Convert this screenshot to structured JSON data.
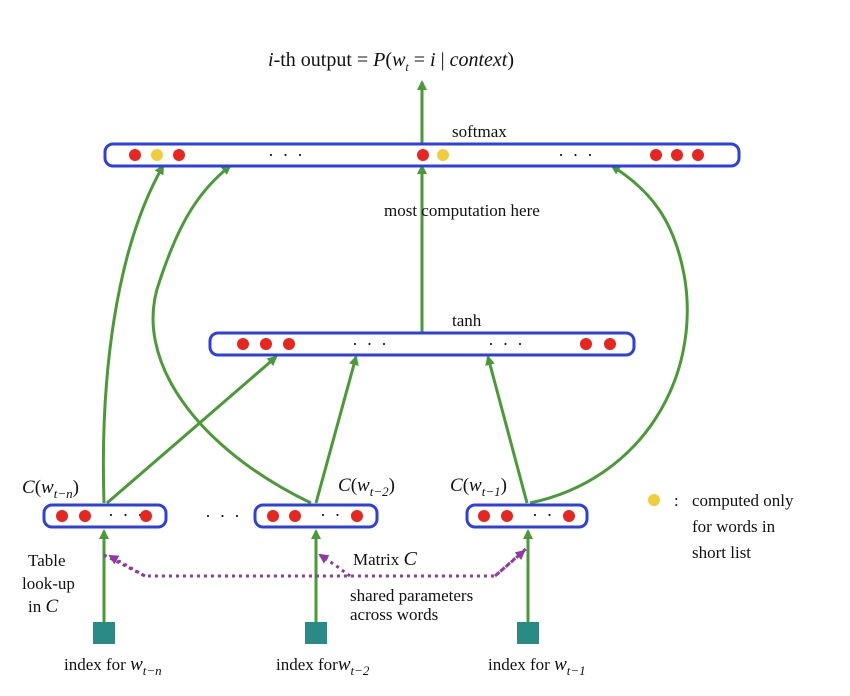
{
  "colors": {
    "layer_border": "#2d3fe0",
    "red_unit": "#e8261f",
    "yellow_unit": "#f2cd3a",
    "arrow": "#4a9a36",
    "dashed": "#8e3aa1",
    "index_box": "#2a8a86"
  },
  "title": {
    "prefix_i": "i",
    "prefix_rest": "-th output = ",
    "p": "P",
    "w": "w",
    "t": "t",
    "eq": " = ",
    "i": "i",
    "bar": " | ",
    "context": "context",
    "close": ")",
    "open": "("
  },
  "labels": {
    "softmax": "softmax",
    "tanh": "tanh",
    "most_computation": "most  computation here",
    "matrix": "Matrix",
    "matrix_c": "C",
    "shared1": "shared parameters",
    "shared2": "across words",
    "table1": "Table",
    "table2": "look-up",
    "table3_in": "in",
    "table3_c": "C",
    "dots": "· · ·",
    "between_dots": "· · ·"
  },
  "c_labels": [
    {
      "c": "C",
      "open": "(",
      "w": "w",
      "sub": "t−n",
      "close": ")"
    },
    {
      "c": "C",
      "open": "(",
      "w": "w",
      "sub": "t−2",
      "close": ")"
    },
    {
      "c": "C",
      "open": "(",
      "w": "w",
      "sub": "t−1",
      "close": ")"
    }
  ],
  "index_labels": [
    {
      "text": "index for ",
      "w": "w",
      "sub": "t−n"
    },
    {
      "text": "index for",
      "w": "w",
      "sub": "t−2"
    },
    {
      "text": "index for ",
      "w": "w",
      "sub": "t−1"
    }
  ],
  "legend": {
    "colon": ":",
    "line1": "computed only",
    "line2": "for words in",
    "line3": "short list"
  }
}
